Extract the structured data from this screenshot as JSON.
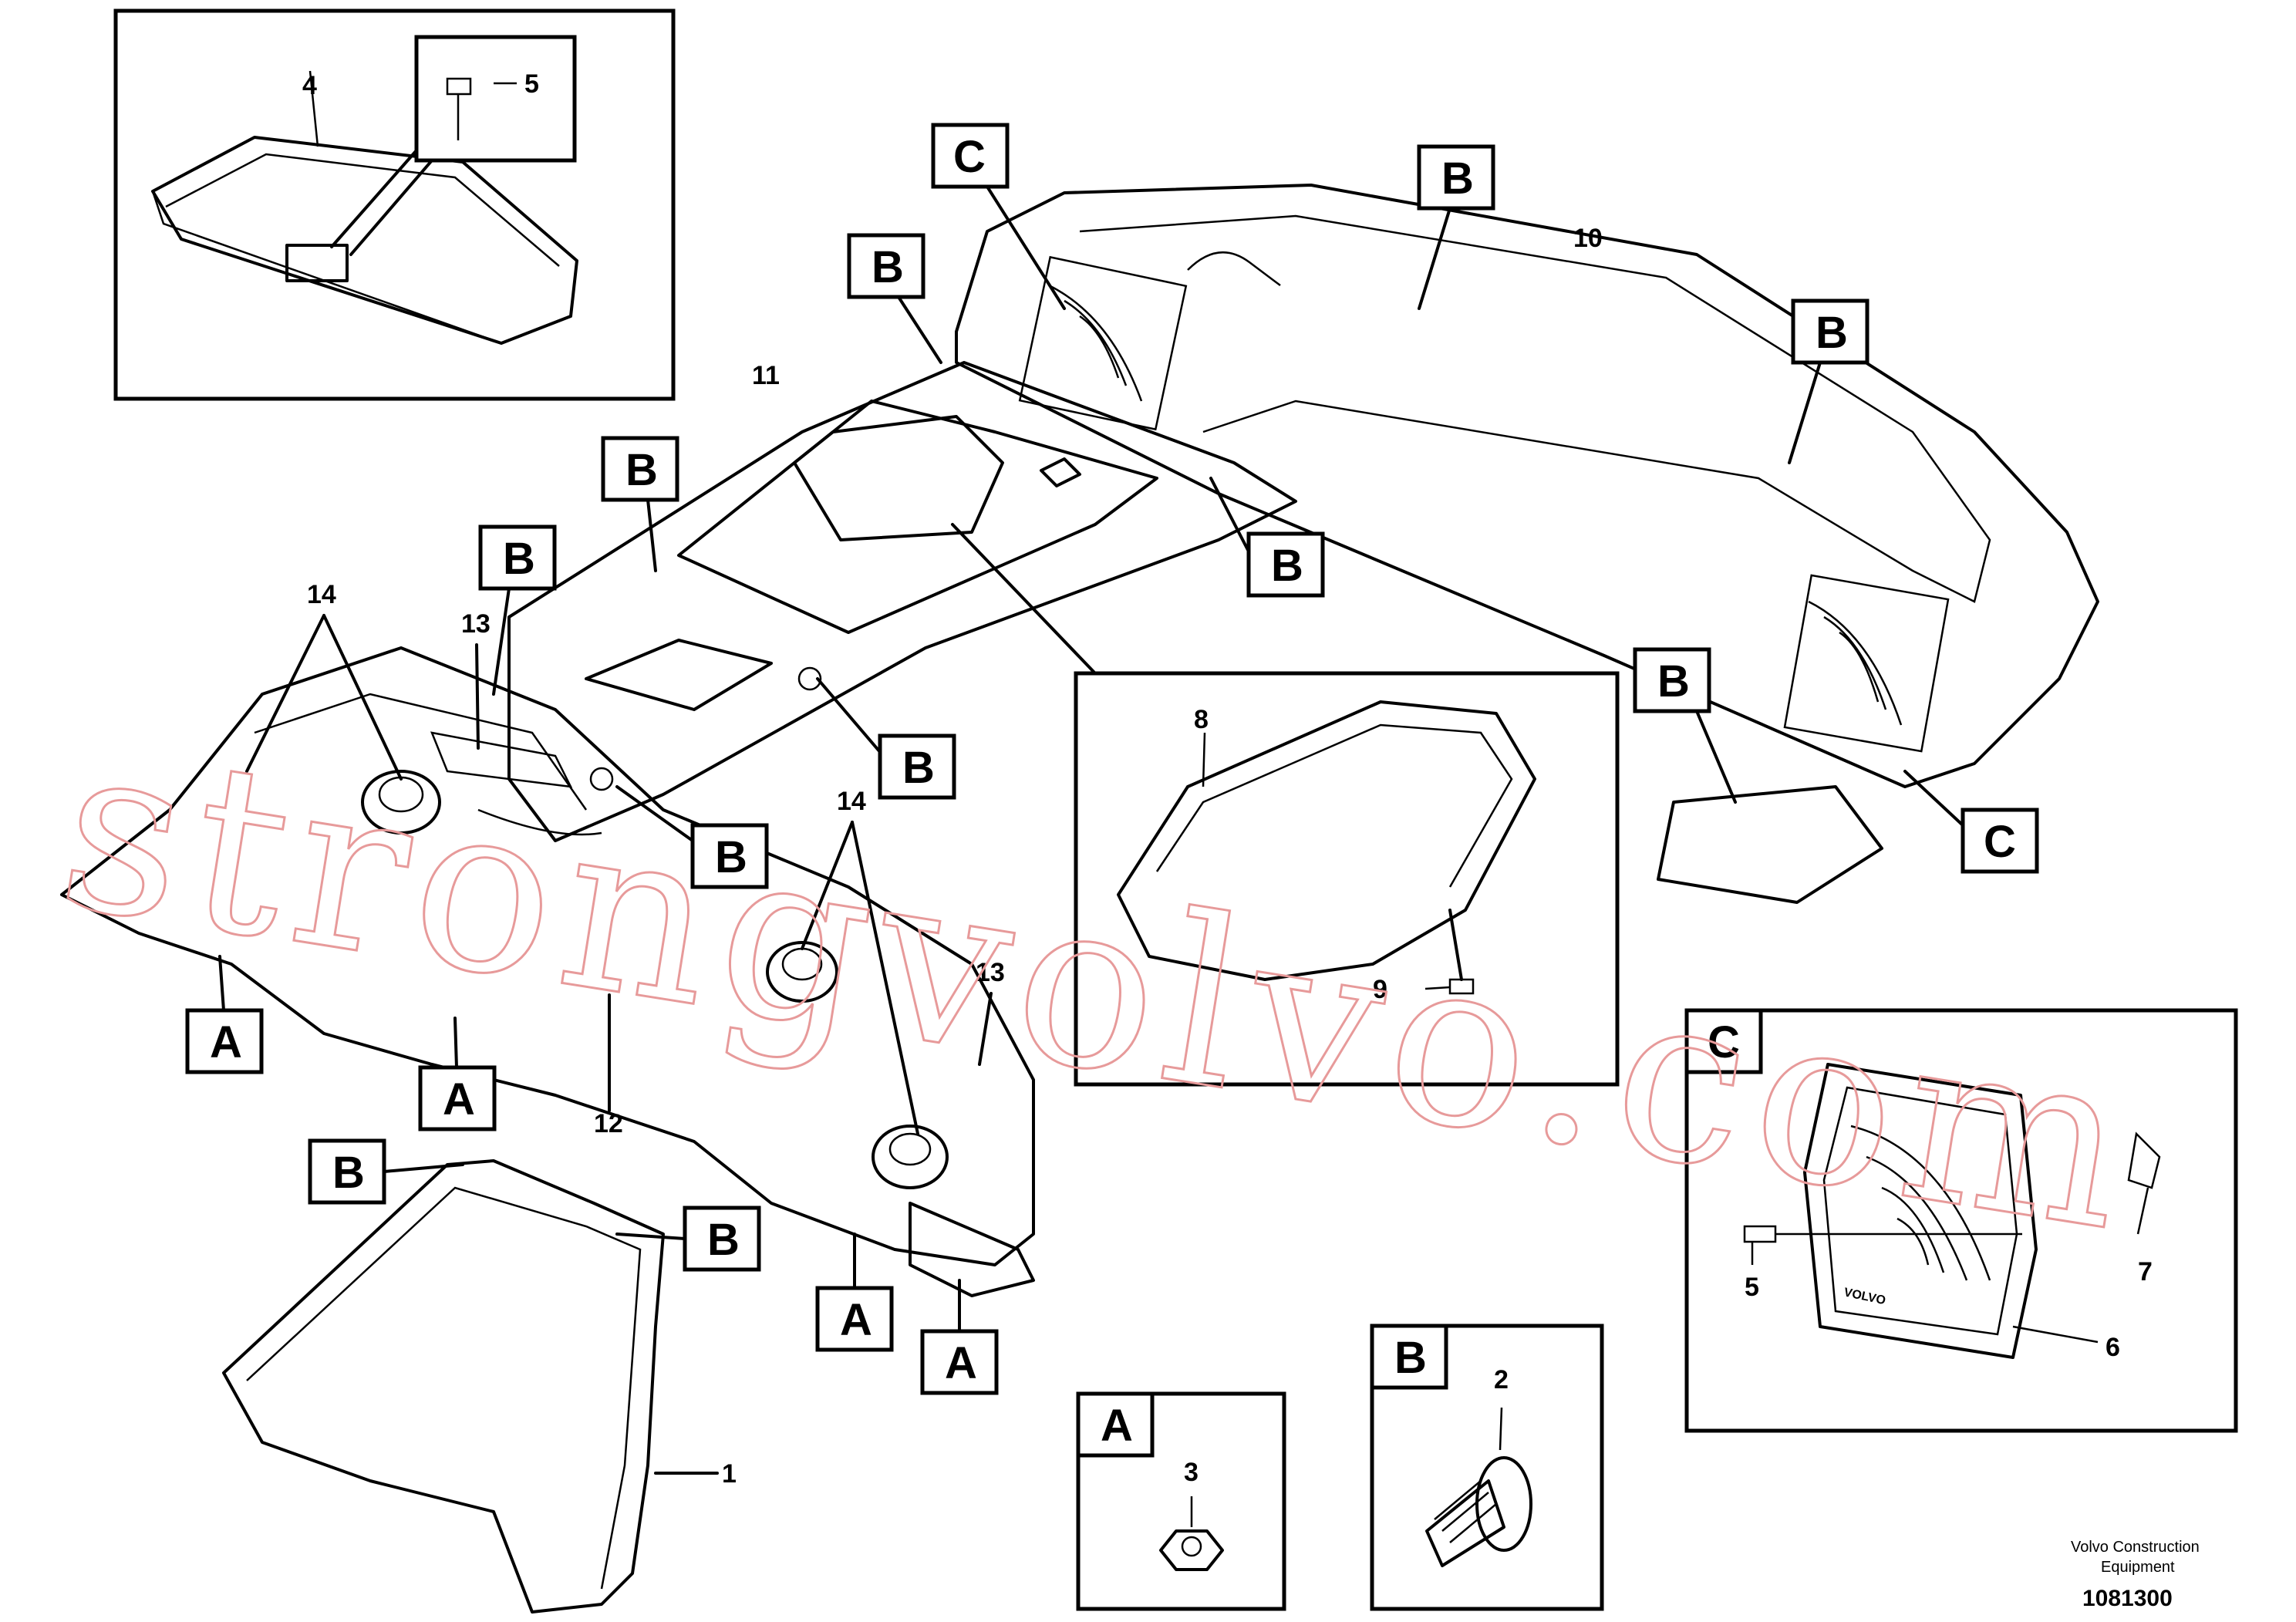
{
  "callout_tags": {
    "c_top": "C",
    "b_top_left": "B",
    "b_top_right": "B",
    "b_right_upper": "B",
    "b_left_1": "B",
    "b_left_2": "B",
    "b_mid_right": "B",
    "b_mid_1": "B",
    "b_mid_2": "B",
    "b_right_lower": "B",
    "c_right": "C",
    "a_1": "A",
    "a_2": "A",
    "b_lower_1": "B",
    "b_lower_2": "B",
    "a_3": "A",
    "a_4": "A"
  },
  "part_numbers": {
    "p4": "4",
    "p5": "5",
    "p10": "10",
    "p11": "11",
    "p14a": "14",
    "p13a": "13",
    "p14b": "14",
    "p13b": "13",
    "p12": "12",
    "p8": "8",
    "p9": "9",
    "p1": "1",
    "p3": "3",
    "p2": "2",
    "p5c": "5",
    "p7": "7",
    "p6": "6"
  },
  "detail_boxes": {
    "a_header": "A",
    "b_header": "B",
    "c_header": "C"
  },
  "badge_text": "VOLVO",
  "watermark": "strongvolvo.com",
  "footer": {
    "company_line1": "Volvo Construction",
    "company_line2": "Equipment",
    "doc_number": "1081300"
  }
}
